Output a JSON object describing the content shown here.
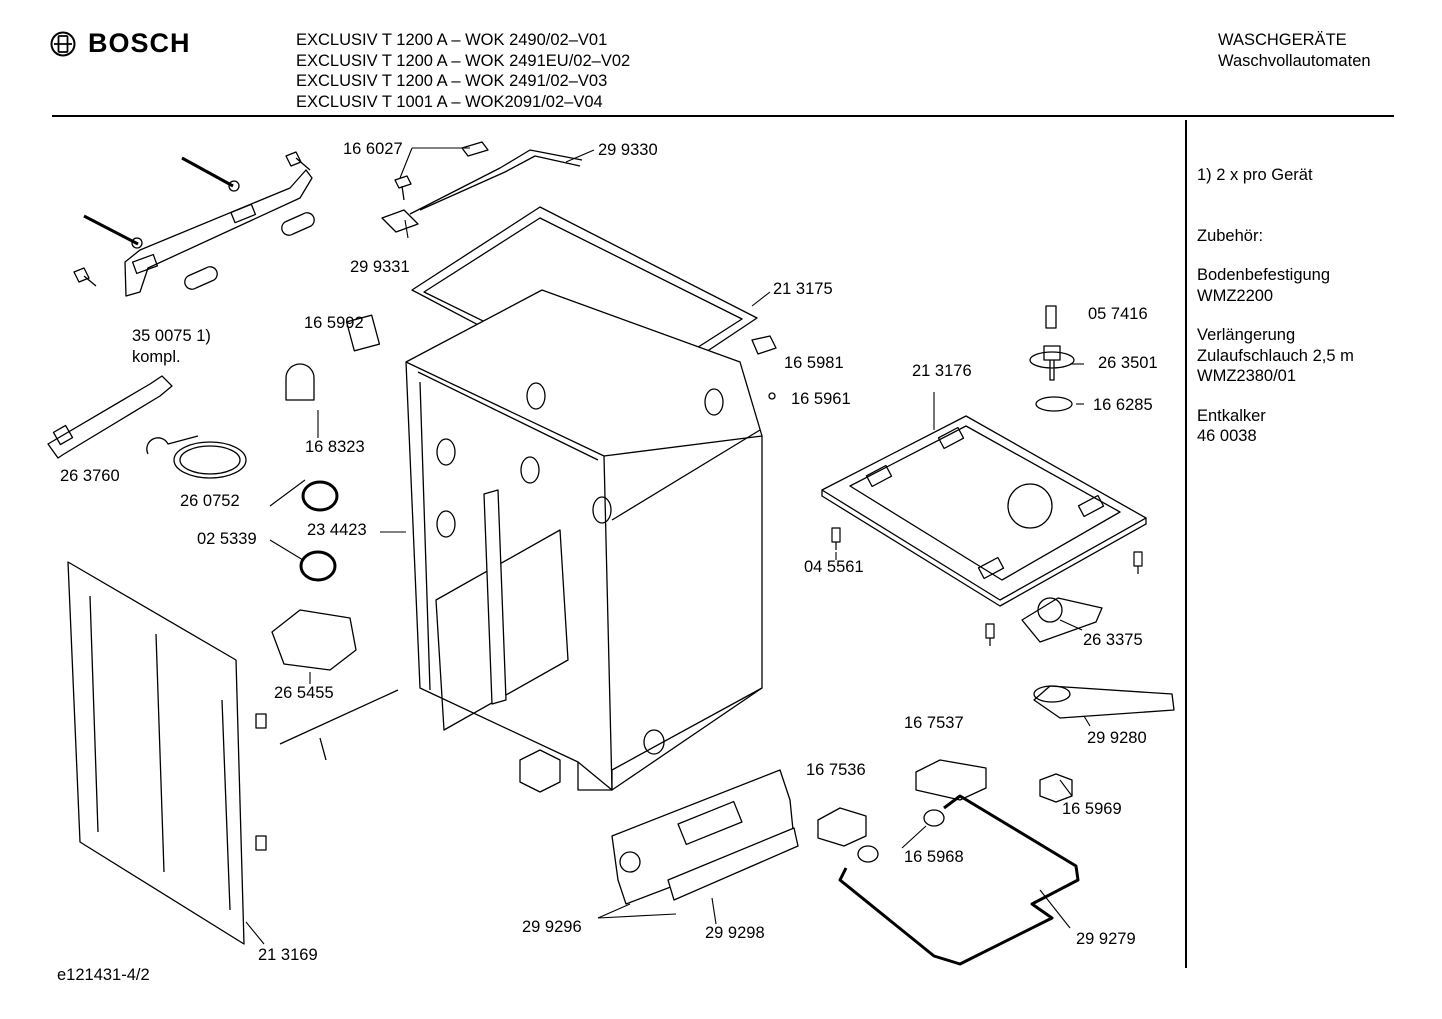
{
  "header": {
    "brand": "BOSCH",
    "models": [
      "EXCLUSIV T 1200 A – WOK 2490/02–V01",
      "EXCLUSIV T 1200 A – WOK 2491EU/02–V02",
      "EXCLUSIV T 1200 A – WOK 2491/02–V03",
      "EXCLUSIV T 1001 A – WOK2091/02–V04"
    ],
    "category": "WASCHGERÄTE",
    "subcategory": "Waschvollautomaten"
  },
  "notes": {
    "footnote": "1) 2 x pro Gerät",
    "accessories_title": "Zubehör:",
    "item1_line1": "Bodenbefestigung",
    "item1_line2": "WMZ2200",
    "item2_line1": "Verlängerung",
    "item2_line2": "Zulaufschlauch 2,5 m",
    "item2_line3": "WMZ2380/01",
    "item3_line1": "Entkalker",
    "item3_line2": "46 0038"
  },
  "parts": [
    "16 6027",
    "29 9330",
    "29 9331",
    "35 0075 1)",
    "kompl.",
    "16 5992",
    "21 3175",
    "16 5981",
    "16 5961",
    "05 7416",
    "26 3501",
    "16 6285",
    "21 3176",
    "16 8323",
    "26 3760",
    "26 0752",
    "02 5339",
    "23 4423",
    "04 5561",
    "26 3375",
    "26 5455",
    "29 9280",
    "16 7537",
    "16 7536",
    "16 5969",
    "16 5968",
    "29 9296",
    "29 9298",
    "29 9279",
    "21 3169"
  ],
  "footer": {
    "drawing_code": "e121431-4/2"
  }
}
